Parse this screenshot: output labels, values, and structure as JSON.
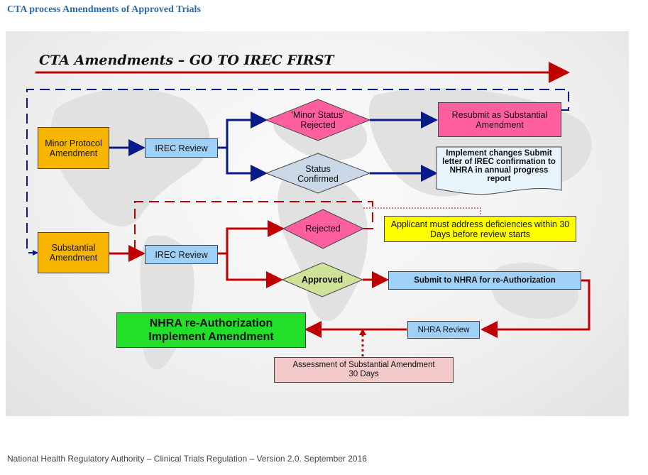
{
  "page_title": "CTA process Amendments of Approved Trials",
  "banner": "CTA  Amendments – GO TO IREC FIRST",
  "nodes": {
    "minor_protocol": "Minor Protocol Amendment",
    "irec_review_1": "IREC Review",
    "minor_status_rejected": "'Minor Status' Rejected",
    "resubmit": "Resubmit as Substantial Amendment",
    "status_confirmed": "Status Confirmed",
    "implement_changes": "Implement changes Submit letter of IREC confirmation to NHRA in annual progress report",
    "substantial": "Substantial Amendment",
    "irec_review_2": "IREC Review",
    "rejected": "Rejected",
    "deficiencies": "Applicant must address deficiencies within 30 Days before review starts",
    "approved": "Approved",
    "submit_nhra": "Submit to NHRA for re-Authorization",
    "nhra_review": "NHRA Review",
    "nhra_reauth_line1": "NHRA re-Authorization",
    "nhra_reauth_line2": "Implement Amendment",
    "assessment_line1": "Assessment of Substantial Amendment",
    "assessment_line2": "30 Days"
  },
  "colors": {
    "navy": "#0a1a8a",
    "red": "#c00000",
    "orange": "#f7b500",
    "blue": "#9fd0f8",
    "pink": "#ff5f9e",
    "grey_blue": "#c8d8e6",
    "olive": "#cfe29a",
    "yellow": "#ffff00",
    "green": "#22e02a",
    "peach": "#f3c8c8"
  },
  "footer": "National Health Regulatory Authority – Clinical Trials Regulation – Version 2.0.  September 2016"
}
